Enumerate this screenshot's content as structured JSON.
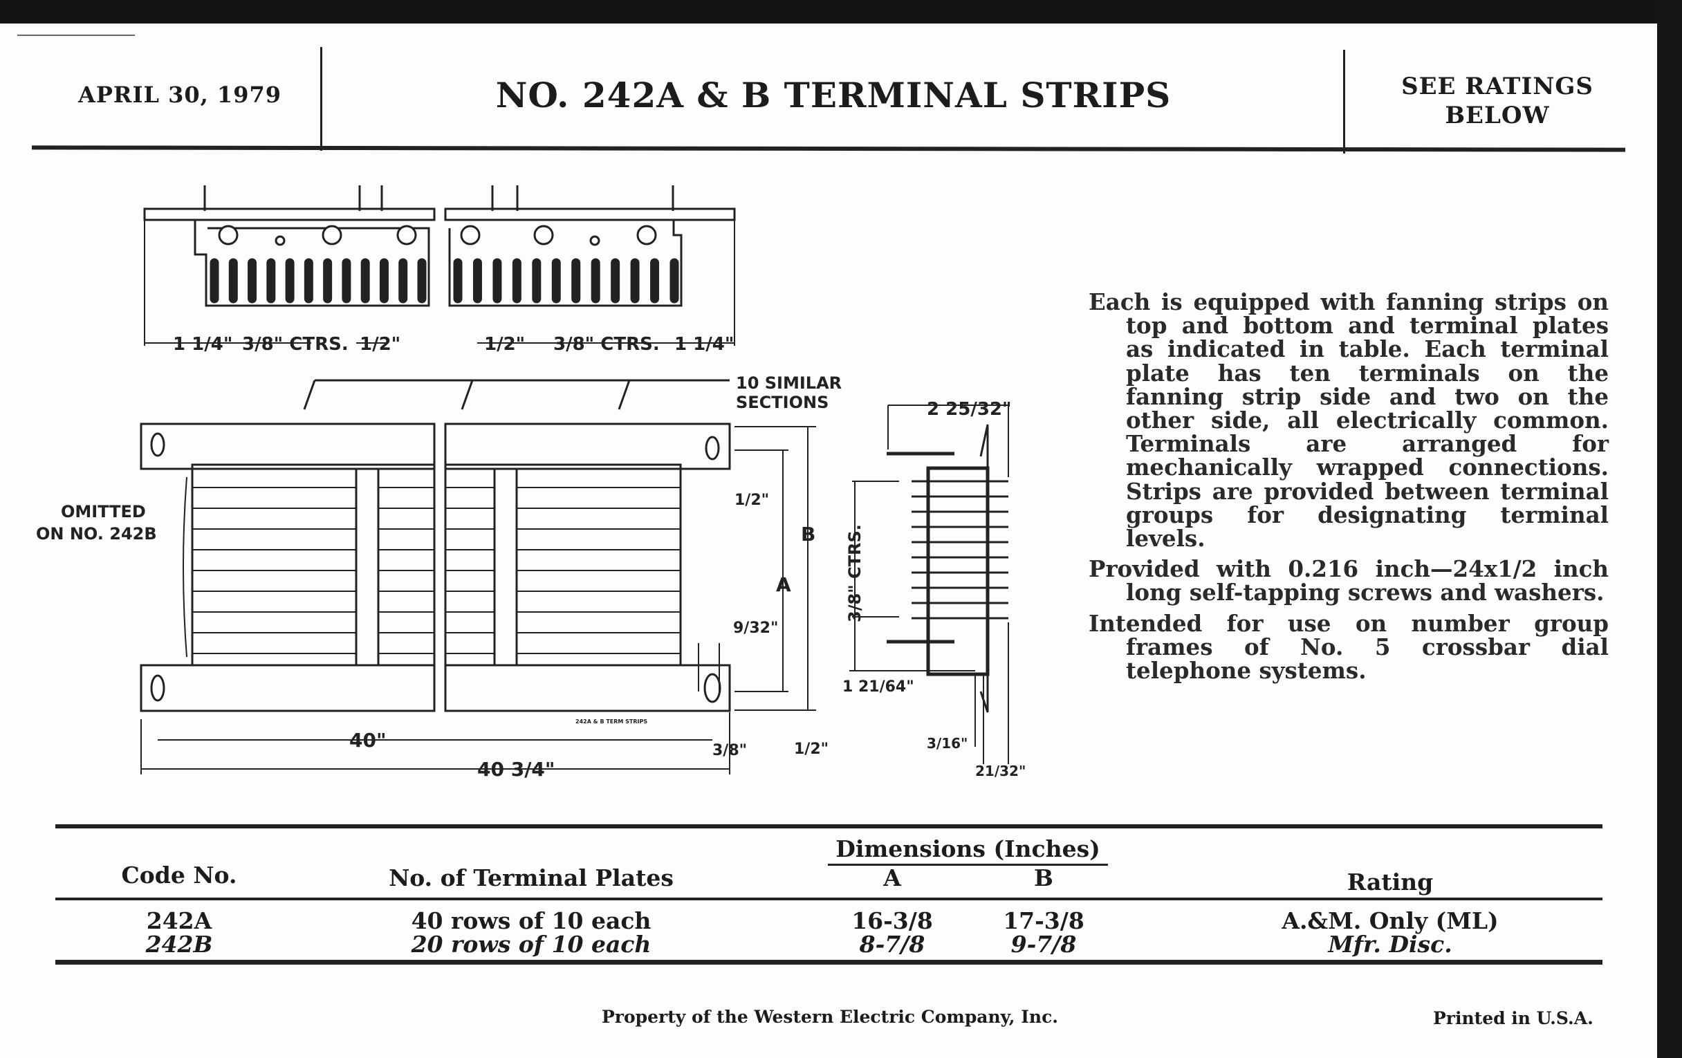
{
  "header": {
    "date": "APRIL 30, 1979",
    "title": "NO. 242A & B TERMINAL STRIPS",
    "ratings_note_line1": "SEE RATINGS",
    "ratings_note_line2": "BELOW"
  },
  "description": [
    "Each is equipped with fanning strips on top and bottom and terminal plates as indicated in table. Each terminal plate has ten terminals on the fanning strip side and two on the other side, all electrically common. Terminals are arranged for mechanically wrapped connections. Strips are provided between terminal groups for designating terminal levels.",
    "Provided with 0.216 inch—24x1/2 inch long self-tapping screws and washers.",
    "Intended for use on number group frames of No. 5 crossbar dial telephone systems."
  ],
  "drawing": {
    "top_view": {
      "left_edge": "1 1/4\"",
      "centers_left": "3/8\" CTRS.",
      "gap_left": "1/2\"",
      "gap_right": "1/2\"",
      "centers_right": "3/8\" CTRS.",
      "right_edge": "1 1/4\""
    },
    "front_view": {
      "similar_sections_line1": "10 SIMILAR",
      "similar_sections_line2": "SECTIONS",
      "omitted_line1": "OMITTED",
      "omitted_line2": "ON NO. 242B",
      "dim_half_top": "1/2\"",
      "dim_A": "A",
      "dim_B": "B",
      "dim_9_32": "9/32\"",
      "dim_40": "40\"",
      "dim_40_3_4": "40 3/4\"",
      "dim_3_8": "3/8\"",
      "dim_half_bottom": "1/2\"",
      "small_caption": "242A & B TERM STRIPS"
    },
    "side_view": {
      "width": "2 25/32\"",
      "centers": "3/8\" CTRS.",
      "bottom_offset": "1 21/64\"",
      "plate": "3/16\"",
      "flange": "21/32\""
    }
  },
  "table": {
    "dimensions_group": "Dimensions (Inches)",
    "headers": {
      "code": "Code No.",
      "plates": "No. of Terminal Plates",
      "a": "A",
      "b": "B",
      "rating": "Rating"
    },
    "rows": [
      {
        "code": "242A",
        "plates": "40 rows of 10 each",
        "a": "16-3/8",
        "b": "17-3/8",
        "rating": "A.&M. Only (ML)"
      },
      {
        "code": "242B",
        "plates": "20 rows of 10 each",
        "a": "8-7/8",
        "b": "9-7/8",
        "rating": "Mfr. Disc."
      }
    ]
  },
  "footer": {
    "property": "Property of the Western Electric Company, Inc.",
    "printed": "Printed in U.S.A."
  }
}
